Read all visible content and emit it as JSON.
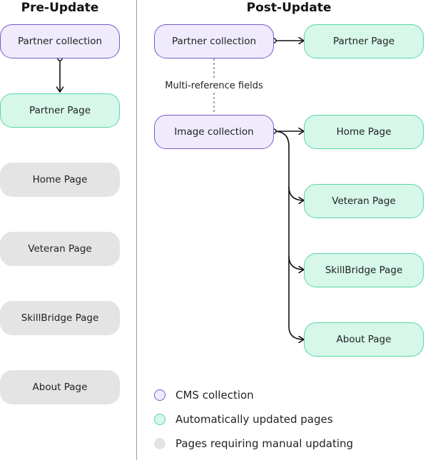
{
  "pre_update": {
    "title": "Pre-Update",
    "nodes": [
      {
        "key": "partner_collection",
        "label": "Partner collection",
        "kind": "cms"
      },
      {
        "key": "partner_page",
        "label": "Partner Page",
        "kind": "auto"
      },
      {
        "key": "home_page",
        "label": "Home Page",
        "kind": "manual"
      },
      {
        "key": "veteran_page",
        "label": "Veteran Page",
        "kind": "manual"
      },
      {
        "key": "skillbridge_page",
        "label": "SkillBridge Page",
        "kind": "manual"
      },
      {
        "key": "about_page",
        "label": "About Page",
        "kind": "manual"
      }
    ]
  },
  "post_update": {
    "title": "Post-Update",
    "left_nodes": [
      {
        "key": "partner_collection",
        "label": "Partner collection",
        "kind": "cms"
      },
      {
        "key": "image_collection",
        "label": "Image collection",
        "kind": "cms"
      }
    ],
    "right_nodes": [
      {
        "key": "partner_page",
        "label": "Partner Page",
        "kind": "auto"
      },
      {
        "key": "home_page",
        "label": "Home Page",
        "kind": "auto"
      },
      {
        "key": "veteran_page",
        "label": "Veteran Page",
        "kind": "auto"
      },
      {
        "key": "skillbridge_page",
        "label": "SkillBridge Page",
        "kind": "auto"
      },
      {
        "key": "about_page",
        "label": "About Page",
        "kind": "auto"
      }
    ],
    "connector_label": "Multi-reference fields"
  },
  "legend": [
    {
      "label": "CMS collection",
      "kind": "cms"
    },
    {
      "label": "Automatically updated pages",
      "kind": "auto"
    },
    {
      "label": "Pages requiring manual updating",
      "kind": "manual"
    }
  ],
  "colors": {
    "cms_fill": "#efebfd",
    "cms_border": "#7b58c9",
    "auto_fill": "#d6f7e9",
    "auto_border": "#58d6a3",
    "manual_fill": "#e4e4e4",
    "arrow": "#111111",
    "divider": "#9a9a9a"
  }
}
